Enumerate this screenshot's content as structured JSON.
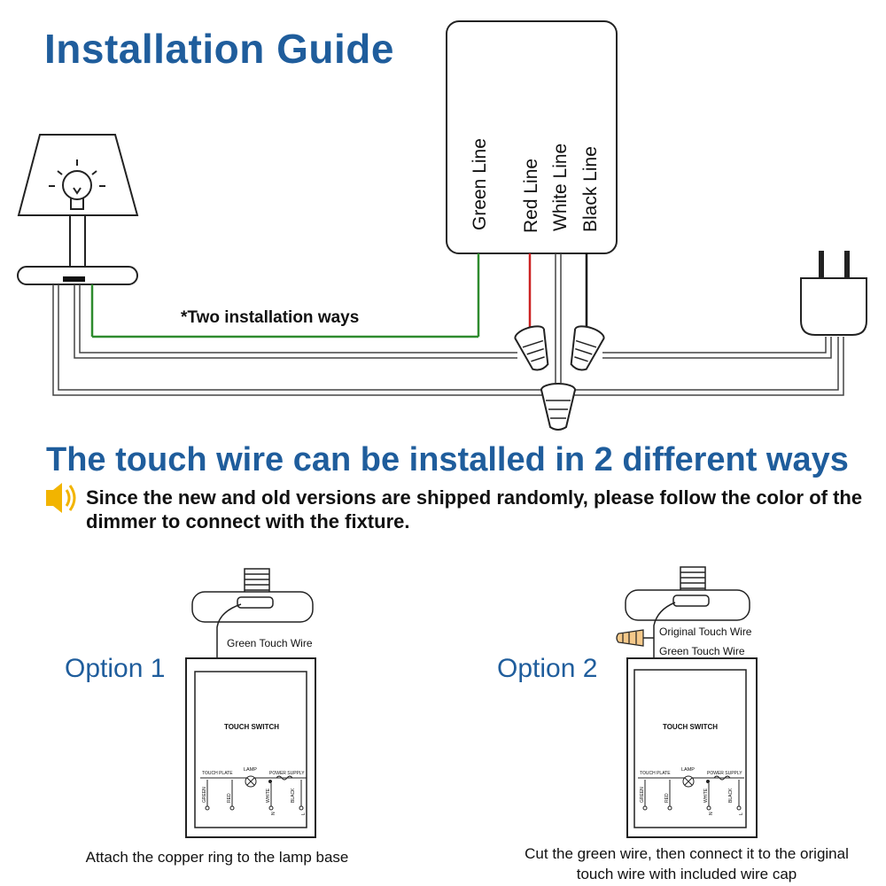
{
  "title": "Installation Guide",
  "subtitle": "The touch wire can be installed in 2 different ways",
  "note": "Since the new and old versions are shipped randomly, please follow the color of the dimmer to connect with the fixture.",
  "dimmer": {
    "wires": [
      "Green Line",
      "Red Line",
      "White Line",
      "Black Line"
    ]
  },
  "wiring_note": "*Two installation ways",
  "option1": {
    "label": "Option 1",
    "wire_label": "Green Touch Wire",
    "switch_title": "TOUCH SWITCH",
    "caption": "Attach the copper ring to the lamp base"
  },
  "option2": {
    "label": "Option 2",
    "wire_label_1": "Original Touch Wire",
    "wire_label_2": "Green Touch Wire",
    "switch_title": "TOUCH SWITCH",
    "caption_line1": "Cut the green wire, then connect it to the original",
    "caption_line2": "touch wire with included wire cap"
  },
  "terminals": {
    "touch_plate": "TOUCH PLATE",
    "lamp": "LAMP",
    "power_supply": "POWER SUPPLY",
    "green": "GREEN",
    "red": "RED",
    "white": "WHITE",
    "black": "BLACK",
    "n": "N",
    "l": "L"
  },
  "colors": {
    "title_blue": "#1f5d9c",
    "green_wire": "#2e8b2e",
    "red_wire": "#cc2222",
    "speaker_yellow": "#f2b400"
  },
  "icons": [
    "lamp-icon",
    "bulb-icon",
    "plug-icon",
    "wire-nut-icon",
    "speaker-icon",
    "socket-icon"
  ]
}
